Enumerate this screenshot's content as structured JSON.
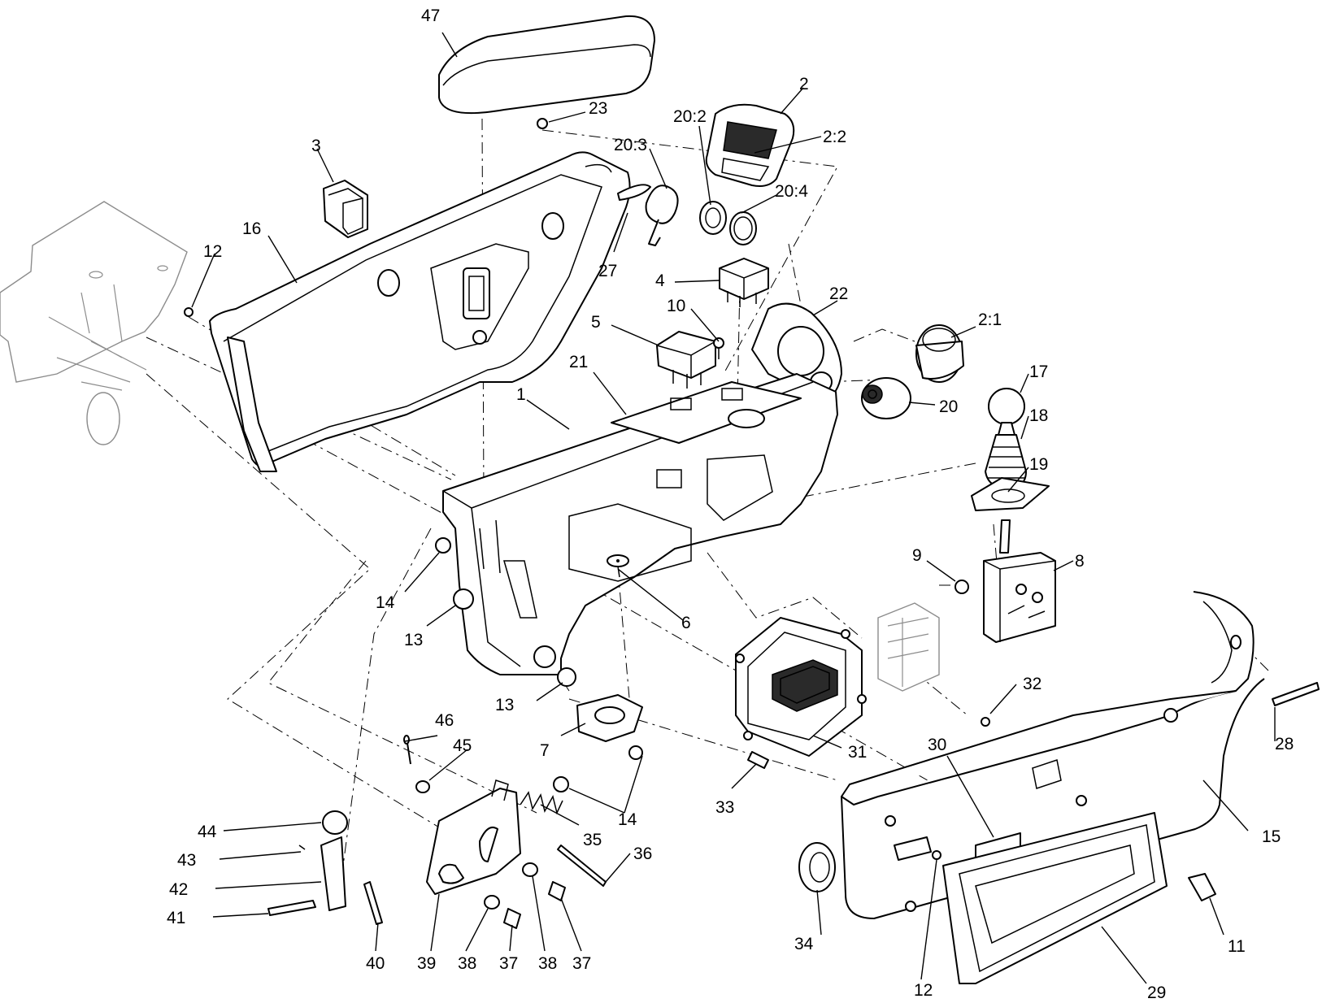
{
  "callouts": [
    {
      "id": "c47",
      "text": "47"
    },
    {
      "id": "c2",
      "text": "2"
    },
    {
      "id": "c23",
      "text": "23"
    },
    {
      "id": "c20_2",
      "text": "20:2"
    },
    {
      "id": "c2_2",
      "text": "2:2"
    },
    {
      "id": "c3",
      "text": "3"
    },
    {
      "id": "c20_3",
      "text": "20:3"
    },
    {
      "id": "c20_4",
      "text": "20:4"
    },
    {
      "id": "c16",
      "text": "16"
    },
    {
      "id": "c12a",
      "text": "12"
    },
    {
      "id": "c27",
      "text": "27"
    },
    {
      "id": "c4",
      "text": "4"
    },
    {
      "id": "c22",
      "text": "22"
    },
    {
      "id": "c2_1",
      "text": "2:1"
    },
    {
      "id": "c10",
      "text": "10"
    },
    {
      "id": "c5",
      "text": "5"
    },
    {
      "id": "c21",
      "text": "21"
    },
    {
      "id": "c17",
      "text": "17"
    },
    {
      "id": "c1",
      "text": "1"
    },
    {
      "id": "c20",
      "text": "20"
    },
    {
      "id": "c18",
      "text": "18"
    },
    {
      "id": "c19",
      "text": "19"
    },
    {
      "id": "c9",
      "text": "9"
    },
    {
      "id": "c8",
      "text": "8"
    },
    {
      "id": "c14a",
      "text": "14"
    },
    {
      "id": "c13a",
      "text": "13"
    },
    {
      "id": "c6",
      "text": "6"
    },
    {
      "id": "c32",
      "text": "32"
    },
    {
      "id": "c13b",
      "text": "13"
    },
    {
      "id": "c46",
      "text": "46"
    },
    {
      "id": "c45",
      "text": "45"
    },
    {
      "id": "c7",
      "text": "7"
    },
    {
      "id": "c31",
      "text": "31"
    },
    {
      "id": "c30",
      "text": "30"
    },
    {
      "id": "c28",
      "text": "28"
    },
    {
      "id": "c33",
      "text": "33"
    },
    {
      "id": "c14b",
      "text": "14"
    },
    {
      "id": "c35",
      "text": "35"
    },
    {
      "id": "c44",
      "text": "44"
    },
    {
      "id": "c15",
      "text": "15"
    },
    {
      "id": "c36",
      "text": "36"
    },
    {
      "id": "c43",
      "text": "43"
    },
    {
      "id": "c42",
      "text": "42"
    },
    {
      "id": "c41",
      "text": "41"
    },
    {
      "id": "c34",
      "text": "34"
    },
    {
      "id": "c11",
      "text": "11"
    },
    {
      "id": "c40",
      "text": "40"
    },
    {
      "id": "c39",
      "text": "39"
    },
    {
      "id": "c38a",
      "text": "38"
    },
    {
      "id": "c37a",
      "text": "37"
    },
    {
      "id": "c38b",
      "text": "38"
    },
    {
      "id": "c37b",
      "text": "37"
    },
    {
      "id": "c12b",
      "text": "12"
    },
    {
      "id": "c29",
      "text": "29"
    }
  ]
}
